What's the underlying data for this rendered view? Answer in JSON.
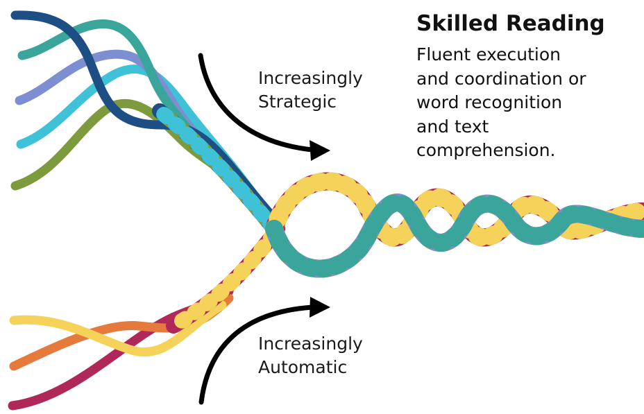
{
  "heading": {
    "title": "Skilled Reading",
    "description_lines": [
      "Fluent execution",
      "and coordination or",
      "word recognition",
      "and text",
      "comprehension."
    ]
  },
  "labels": {
    "strategic": [
      "Increasingly",
      "Strategic"
    ],
    "automatic": [
      "Increasingly",
      "Automatic"
    ]
  },
  "colors": {
    "navy": "#1d4f84",
    "teal": "#3aa59a",
    "periwinkle": "#7d8fd0",
    "cyan": "#3fc1d8",
    "olive": "#7d9a3c",
    "yellow": "#f5d35a",
    "orange": "#e57a3c",
    "crimson": "#b0285a",
    "arrow": "#000000",
    "text": "#111111"
  }
}
